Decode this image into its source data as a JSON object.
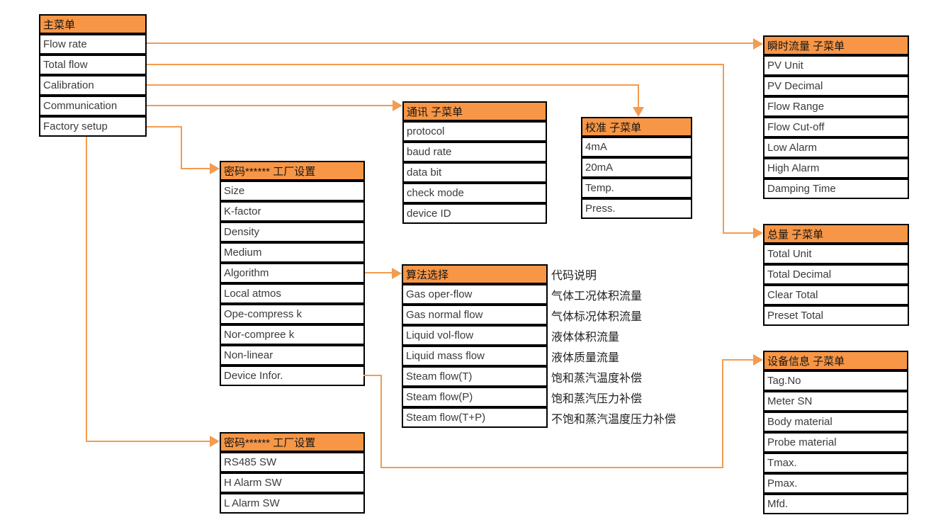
{
  "diagram": {
    "boxes": {
      "main_menu": {
        "title": "主菜单",
        "items": [
          "Flow rate",
          "Total flow",
          "Calibration",
          "Communication",
          "Factory setup"
        ]
      },
      "comm_submenu": {
        "title": "通讯 子菜单",
        "items": [
          "protocol",
          "baud rate",
          "data bit",
          "check mode",
          "device ID"
        ]
      },
      "cal_submenu": {
        "title": "校准 子菜单",
        "items": [
          "4mA",
          "20mA",
          "Temp.",
          "Press."
        ]
      },
      "instant_flow_submenu": {
        "title": "瞬时流量 子菜单",
        "items": [
          "PV Unit",
          "PV Decimal",
          "Flow Range",
          "Flow Cut-off",
          "Low Alarm",
          "High Alarm",
          "Damping Time"
        ]
      },
      "total_submenu": {
        "title": "总量 子菜单",
        "items": [
          "Total Unit",
          "Total Decimal",
          "Clear Total",
          "Preset Total"
        ]
      },
      "factory_setup": {
        "title": "密码****** 工厂设置",
        "items": [
          "Size",
          "K-factor",
          "Density",
          "Medium",
          "Algorithm",
          "Local atmos",
          "Ope-compress k",
          "Nor-compree k",
          "Non-linear",
          "Device Infor."
        ]
      },
      "algorithm_select": {
        "title": "算法选择",
        "items": [
          "Gas oper-flow",
          "Gas normal flow",
          "Liquid vol-flow",
          "Liquid mass flow",
          "Steam flow(T)",
          "Steam flow(P)",
          "Steam flow(T+P)"
        ]
      },
      "factory_setup2": {
        "title": "密码****** 工厂设置",
        "items": [
          "RS485 SW",
          "H Alarm SW",
          "L Alarm SW"
        ]
      },
      "device_info_submenu": {
        "title": "设备信息 子菜单",
        "items": [
          "Tag.No",
          "Meter SN",
          "Body material",
          "Probe material",
          "Tmax.",
          "Pmax.",
          "Mfd."
        ]
      }
    },
    "descriptions": {
      "title": "代码说明",
      "items": [
        "气体工况体积流量",
        "气体标况体积流量",
        "液体体积流量",
        "液体质量流量",
        "饱和蒸汽温度补偿",
        "饱和蒸汽压力补偿",
        "不饱和蒸汽温度压力补偿"
      ]
    },
    "colors": {
      "header_fill": "#F79646",
      "connector": "#F29C50",
      "border": "#000000",
      "row_text": "#3A3A3A"
    }
  }
}
